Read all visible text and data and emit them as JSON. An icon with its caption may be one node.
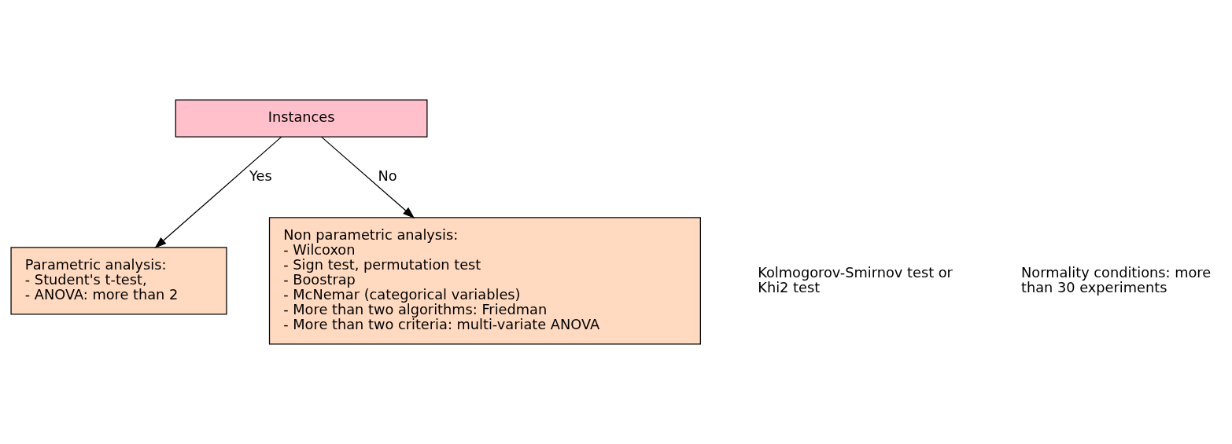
{
  "diagram": {
    "nodes": [
      {
        "text": [
          "Instances"
        ]
      },
      {
        "text": [
          "Parametric analysis:",
          "- Student's t-test,",
          "- ANOVA: more than 2"
        ]
      },
      {
        "text": [
          "Non parametric analysis:",
          "- Wilcoxon",
          "- Sign test, permutation test",
          "- Boostrap",
          "- McNemar (categorical variables)",
          "- More than two algorithms: Friedman",
          "- More than two criteria: multi-variate ANOVA"
        ]
      }
    ],
    "edges": [
      {
        "from": 0,
        "to": 1,
        "arrow": "to",
        "label": "Yes"
      },
      {
        "from": 0,
        "to": 2,
        "arrow": "to",
        "label": "No"
      }
    ],
    "labels": [
      "Kolmogorov-Smirnov test or Khi2 test",
      "Normality conditions: more than 30 experiments"
    ]
  }
}
